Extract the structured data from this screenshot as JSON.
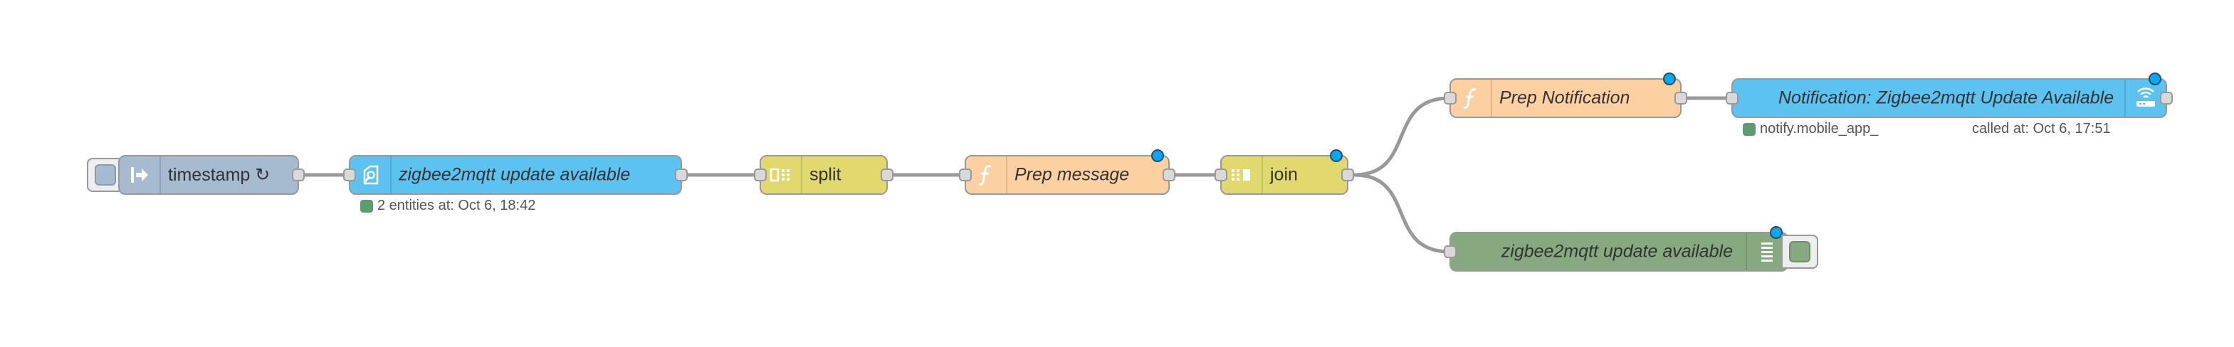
{
  "nodes": {
    "timestamp": {
      "label": "timestamp ↻",
      "color": "#a6bbcf"
    },
    "zigbee_sensor": {
      "label": "zigbee2mqtt update available",
      "color": "#5cc2f0",
      "status": "2 entities at: Oct 6, 18:42"
    },
    "split": {
      "label": "split",
      "color": "#e2d96e"
    },
    "prep_message": {
      "label": "Prep message",
      "color": "#fdd0a2"
    },
    "join": {
      "label": "join",
      "color": "#e2d96e"
    },
    "prep_notification": {
      "label": "Prep Notification",
      "color": "#fdd0a2"
    },
    "notification": {
      "label": "Notification: Zigbee2mqtt Update Available",
      "color": "#5cc2f0",
      "status_left": "notify.mobile_app_",
      "status_right": "called at: Oct 6, 17:51"
    },
    "debug": {
      "label": "zigbee2mqtt update available",
      "color": "#87a980"
    }
  },
  "icons": {
    "timestamp": "arrow-right-icon",
    "zigbee_sensor": "search-icon",
    "split": "split-icon",
    "prep_message": "function-icon",
    "join": "join-icon",
    "prep_notification": "function-icon",
    "notification": "router-icon",
    "debug": "list-icon"
  },
  "colors": {
    "wire": "#999999",
    "changed_dot": "#00a9f4",
    "status_green": "#5a9e6f",
    "port_fill": "#d9d9d9"
  }
}
